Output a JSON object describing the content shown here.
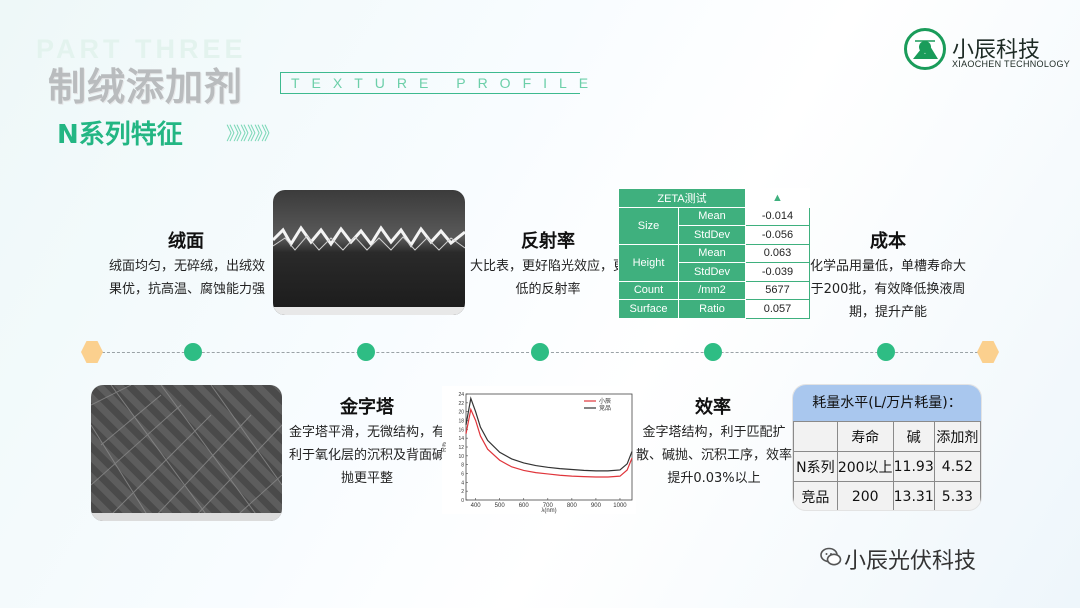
{
  "header": {
    "ghost_text": "PART THREE",
    "title": "制绒添加剂",
    "en_title": "TEXTURE PROFILE",
    "subtitle": "N系列特征",
    "chevrons": "》》》》》》"
  },
  "logo": {
    "name": "小辰科技",
    "en": "XIAOCHEN TECHNOLOGY",
    "color": "#1a9c5a"
  },
  "features": {
    "texture": {
      "title": "绒面",
      "desc": "绒面均匀，无碎绒，出绒效果优，抗高温、腐蚀能力强"
    },
    "reflect": {
      "title": "反射率",
      "desc": "大比表，更好陷光效应，更低的反射率"
    },
    "cost": {
      "title": "成本",
      "desc": "化学品用量低，单槽寿命大于200批，有效降低换液周期，提升产能"
    },
    "pyramid": {
      "title": "金字塔",
      "desc": "金字塔平滑，无微结构，有利于氧化层的沉积及背面碱抛更平整"
    },
    "efficiency": {
      "title": "效率",
      "desc": "金字塔结构，利于匹配扩散、碱抛、沉积工序，效率提升0.03%以上"
    }
  },
  "zeta": {
    "header": "ZETA测试",
    "arrow": "▲",
    "rows": [
      {
        "group": "Size",
        "label": "Mean",
        "value": "-0.014"
      },
      {
        "group": "",
        "label": "StdDev",
        "value": "-0.056"
      },
      {
        "group": "Height",
        "label": "Mean",
        "value": "0.063"
      },
      {
        "group": "",
        "label": "StdDev",
        "value": "-0.039"
      },
      {
        "group": "Count",
        "label": "/mm2",
        "value": "5677"
      },
      {
        "group": "Surface",
        "label": "Ratio",
        "value": "0.057"
      }
    ]
  },
  "cost_table": {
    "title": "耗量水平(L/万片耗量)：",
    "columns": [
      "",
      "寿命",
      "碱",
      "添加剂"
    ],
    "rows": [
      [
        "N系列",
        "200以上",
        "11.93",
        "4.52"
      ],
      [
        "竞品",
        "200",
        "13.31",
        "5.33"
      ]
    ]
  },
  "chart_data": {
    "type": "line",
    "xlabel": "λ(nm)",
    "ylabel": "R%",
    "xlim": [
      360,
      1050
    ],
    "ylim": [
      0,
      24
    ],
    "x_ticks": [
      400,
      500,
      600,
      700,
      800,
      900,
      1000
    ],
    "y_ticks": [
      0,
      2,
      4,
      6,
      8,
      10,
      12,
      14,
      16,
      18,
      20,
      22,
      24
    ],
    "legend_position": "top-right",
    "series": [
      {
        "name": "小辰",
        "color": "#e0353b",
        "x": [
          360,
          380,
          400,
          420,
          450,
          500,
          550,
          600,
          650,
          700,
          750,
          800,
          850,
          900,
          950,
          1000,
          1030,
          1050
        ],
        "y": [
          15,
          20.5,
          18,
          14.5,
          11.5,
          9,
          7.5,
          6.7,
          6.2,
          5.9,
          5.6,
          5.4,
          5.3,
          5.2,
          5.2,
          5.4,
          6.8,
          9.5
        ]
      },
      {
        "name": "竞品",
        "color": "#333333",
        "x": [
          360,
          380,
          400,
          420,
          450,
          500,
          550,
          600,
          650,
          700,
          750,
          800,
          850,
          900,
          950,
          1000,
          1030,
          1050
        ],
        "y": [
          17,
          23,
          20,
          16.5,
          13.5,
          10.8,
          9.3,
          8.4,
          7.8,
          7.4,
          7.1,
          6.9,
          6.7,
          6.6,
          6.6,
          6.8,
          8.2,
          11
        ]
      }
    ]
  },
  "footer": {
    "brand": "小辰光伏科技"
  },
  "colors": {
    "accent": "#2ebd84",
    "hex_marker": "#fbd08e",
    "cost_header": "#a9c7ee"
  }
}
